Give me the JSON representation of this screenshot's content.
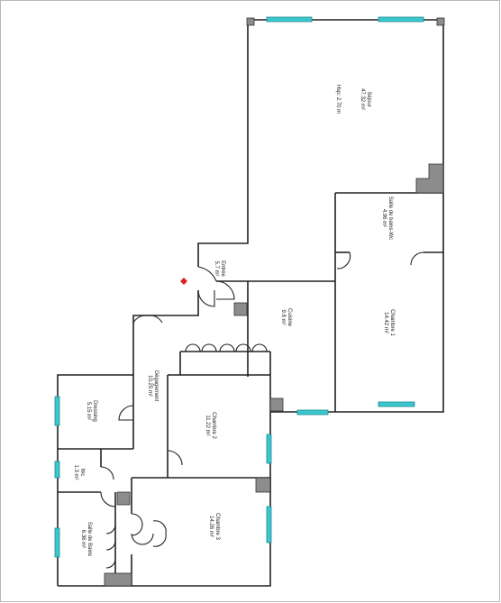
{
  "rooms": [
    {
      "name": "Séjour",
      "area": "47.32 m²",
      "note": "Hsp: 2.70 m"
    },
    {
      "name": "Salle de bains-Wc",
      "area": "4.96 m²"
    },
    {
      "name": "Entrée",
      "area": "5.7 m²"
    },
    {
      "name": "Cuisine",
      "area": "9.8 m²"
    },
    {
      "name": "Chambre 1",
      "area": "14.42 m²"
    },
    {
      "name": "Dégagement",
      "area": "10.25 m²"
    },
    {
      "name": "Chambre 2",
      "area": "11.22 m²"
    },
    {
      "name": "Dressing",
      "area": "5.15 m²"
    },
    {
      "name": "Wc",
      "area": "1.3 m²"
    },
    {
      "name": "Salle de Bains",
      "area": "6.36 m²"
    },
    {
      "name": "Chambre 3",
      "area": "14.26 m²"
    }
  ],
  "colors": {
    "wall": "#222222",
    "window": "#3cc7cf",
    "pillar": "#8c8c8c",
    "entry_marker": "#e02020"
  }
}
